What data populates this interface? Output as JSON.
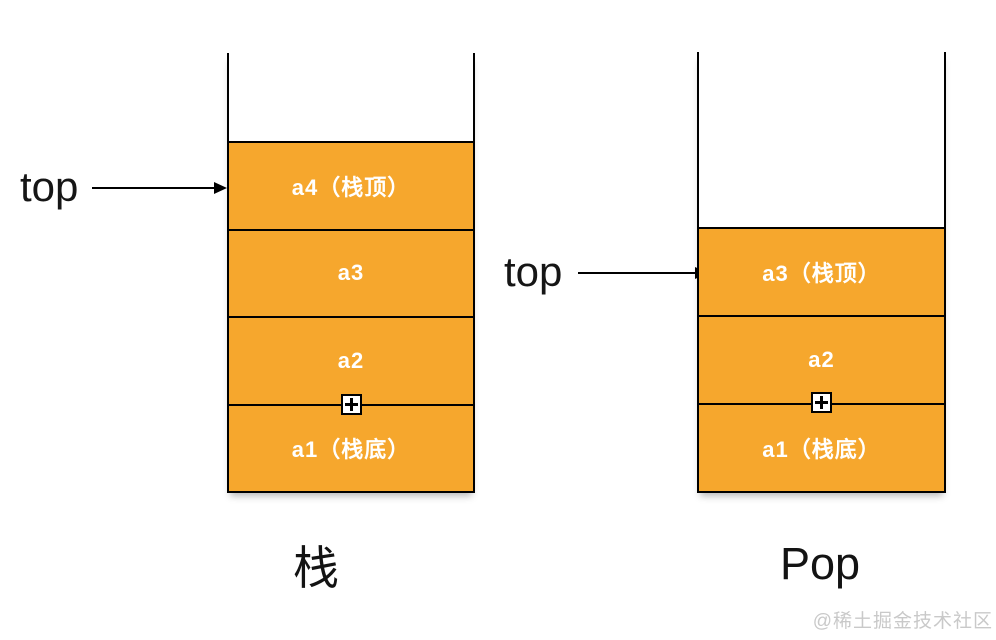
{
  "colors": {
    "block_fill": "#F6A72D",
    "block_text": "#FFFFFF",
    "line": "#000000",
    "watermark_text": "#C9C9C9"
  },
  "left": {
    "pointer": "top",
    "caption": "栈",
    "cells": [
      "a4（栈顶）",
      "a3",
      "a2",
      "a1（栈底）"
    ]
  },
  "right": {
    "pointer": "top",
    "caption": "Pop",
    "cells": [
      "a3（栈顶）",
      "a2",
      "a1（栈底）"
    ]
  },
  "watermark": "@稀土掘金技术社区"
}
